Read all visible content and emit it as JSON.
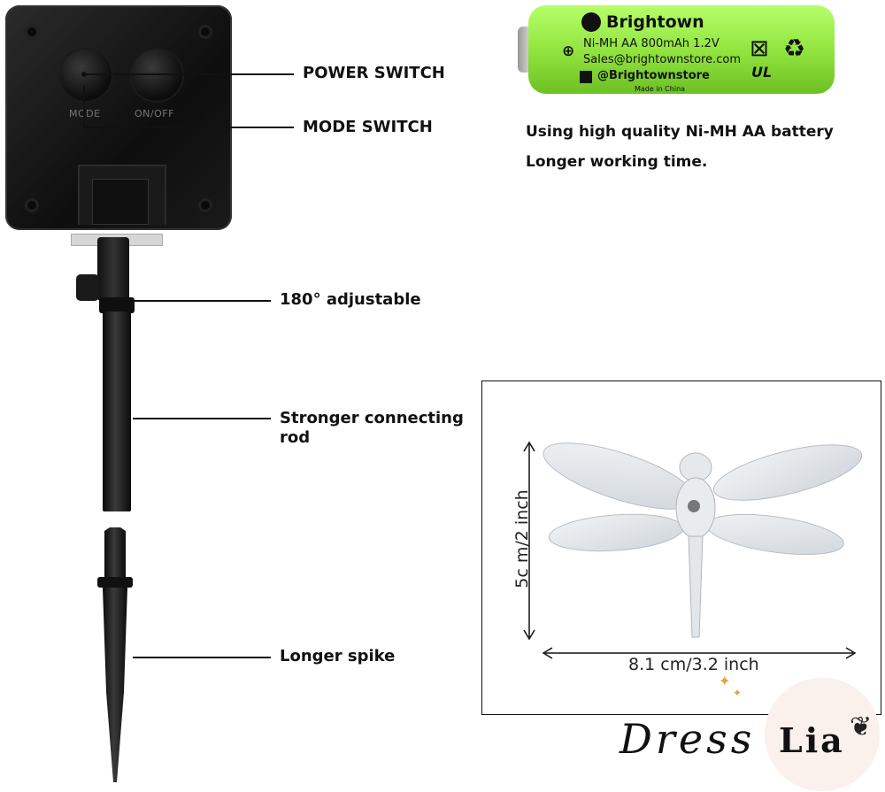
{
  "callouts": {
    "power": "POWER SWITCH",
    "mode": "MODE SWITCH",
    "adjustable": "180° adjustable",
    "rod_line1": "Stronger connecting",
    "rod_line2": "rod",
    "spike": "Longer spike"
  },
  "solar_box": {
    "mode_label": "MODE",
    "onoff_label": "ON/OFF"
  },
  "battery": {
    "brand": "Brightown",
    "spec": "Ni-MH AA 800mAh 1.2V",
    "email": "Sales@brightownstore.com",
    "social": "@Brightownstore",
    "origin": "Made in China",
    "cert": "UL"
  },
  "battery_caption": {
    "line1": "Using high quality Ni-MH AA battery",
    "line2": "Longer working time."
  },
  "dimensions": {
    "height": "5c m/2 inch",
    "width": "8.1 cm/3.2 inch"
  },
  "logo": {
    "part1": "Dress",
    "part2": "Lia"
  },
  "colors": {
    "battery_green": "#8fe23c",
    "box_black": "#111111"
  }
}
